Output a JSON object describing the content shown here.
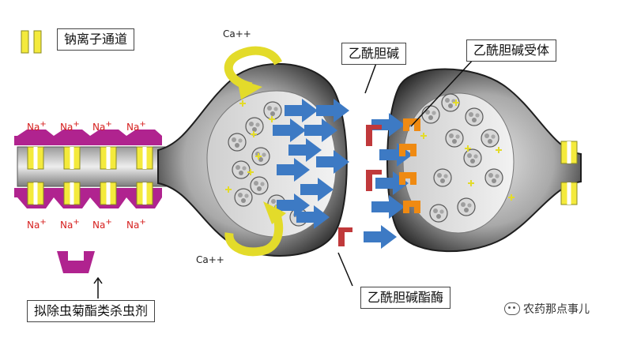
{
  "legend": {
    "sodium_channel_label": "钠离子通道"
  },
  "labels": {
    "acetylcholine": "乙酰胆碱",
    "acetylcholine_receptor": "乙酰胆碱受体",
    "acetylcholinesterase": "乙酰胆碱酯酶",
    "pyrethroid_mimic": "拟除虫菊酯类杀虫剂",
    "calcium_top": "Ca++",
    "calcium_bottom": "Ca++",
    "sodium": "Na",
    "sodium_charge": "+"
  },
  "watermark": {
    "text": "农药那点事儿"
  },
  "colors": {
    "sodium_channel": "#f4ea3c",
    "channel_outline": "#8a8a20",
    "membrane_magenta": "#b0238f",
    "acetylcholine_blue": "#3d7ac4",
    "receptor_orange": "#ef8a12",
    "esterase_red": "#c0393b",
    "calcium_arrow": "#e3db2a",
    "na_text": "#d6201f"
  }
}
